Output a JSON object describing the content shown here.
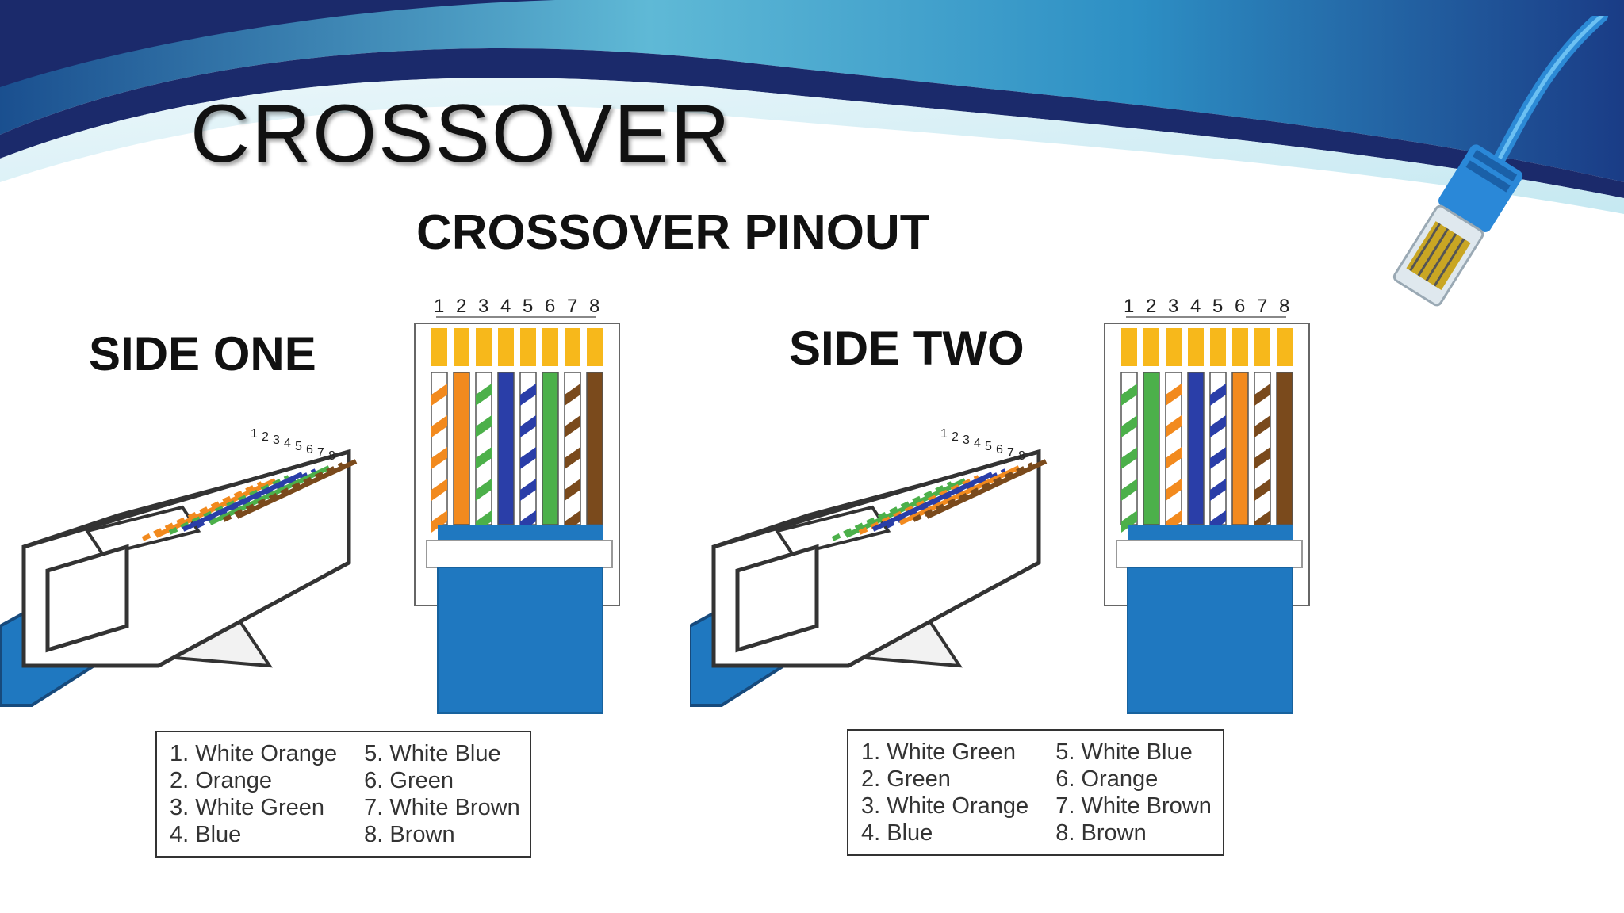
{
  "title": "CROSSOVER",
  "subtitle": "CROSSOVER PINOUT",
  "colors": {
    "white": "#ffffff",
    "orange": "#f28a1e",
    "green": "#4cb04a",
    "blue": "#2a3ea8",
    "brown": "#7a4a1c",
    "gold": "#f7b81b",
    "boot_blue": "#1f78c0",
    "banner_navy": "#1b2a6b"
  },
  "pin_numbers": [
    "1",
    "2",
    "3",
    "4",
    "5",
    "6",
    "7",
    "8"
  ],
  "sides": [
    {
      "label": "SIDE ONE",
      "wires": [
        {
          "base": "white",
          "stripe": "orange"
        },
        {
          "base": "orange",
          "stripe": null
        },
        {
          "base": "white",
          "stripe": "green"
        },
        {
          "base": "blue",
          "stripe": null
        },
        {
          "base": "white",
          "stripe": "blue"
        },
        {
          "base": "green",
          "stripe": null
        },
        {
          "base": "white",
          "stripe": "brown"
        },
        {
          "base": "brown",
          "stripe": null
        }
      ],
      "legend": [
        "1. White Orange",
        "2. Orange",
        "3. White Green",
        "4. Blue",
        "5. White Blue",
        "6. Green",
        "7. White Brown",
        "8. Brown"
      ]
    },
    {
      "label": "SIDE TWO",
      "wires": [
        {
          "base": "white",
          "stripe": "green"
        },
        {
          "base": "green",
          "stripe": null
        },
        {
          "base": "white",
          "stripe": "orange"
        },
        {
          "base": "blue",
          "stripe": null
        },
        {
          "base": "white",
          "stripe": "blue"
        },
        {
          "base": "orange",
          "stripe": null
        },
        {
          "base": "white",
          "stripe": "brown"
        },
        {
          "base": "brown",
          "stripe": null
        }
      ],
      "legend": [
        "1. White Green",
        "2. Green",
        "3. White Orange",
        "4. Blue",
        "5. White Blue",
        "6. Orange",
        "7. White Brown",
        "8. Brown"
      ]
    }
  ]
}
